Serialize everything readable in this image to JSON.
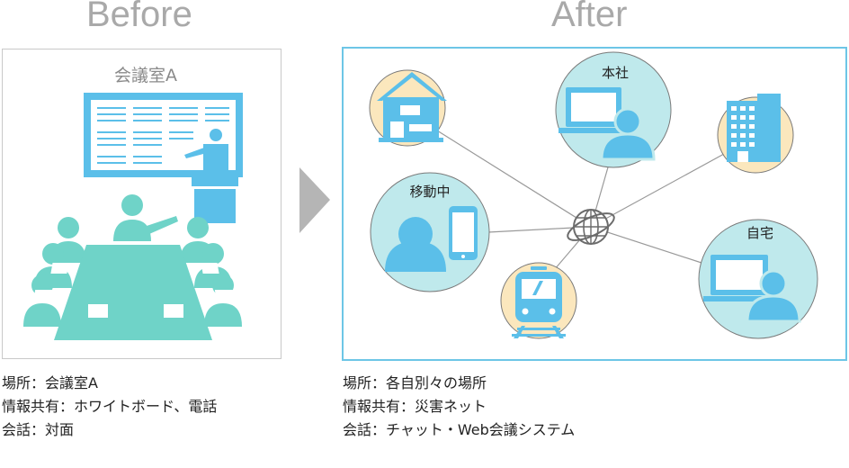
{
  "before": {
    "title": "Before",
    "room_label": "会議室A",
    "lines": [
      "場所：会議室A",
      "情報共有：ホワイトボード、電話",
      "会話：対面"
    ]
  },
  "after": {
    "title": "After",
    "nodes": {
      "head_office": "本社",
      "mobile": "移動中",
      "home": "自宅"
    },
    "lines": [
      "場所：各自別々の場所",
      "情報共有：災害ネット",
      "会話：チャット・Web会議システム"
    ]
  },
  "colors": {
    "teal": "#6fd3c8",
    "light_blue": "#bfe9ec",
    "blue": "#5bbfe9",
    "beige": "#fbe7bd",
    "border_blue": "#6dc6e6",
    "gray": "#a9a9a9"
  },
  "icons": [
    "house-icon",
    "building-icon",
    "laptop-icon",
    "person-icon",
    "smartphone-icon",
    "train-icon",
    "globe-icon",
    "whiteboard-icon",
    "conference-table-icon",
    "arrow-right-icon"
  ]
}
